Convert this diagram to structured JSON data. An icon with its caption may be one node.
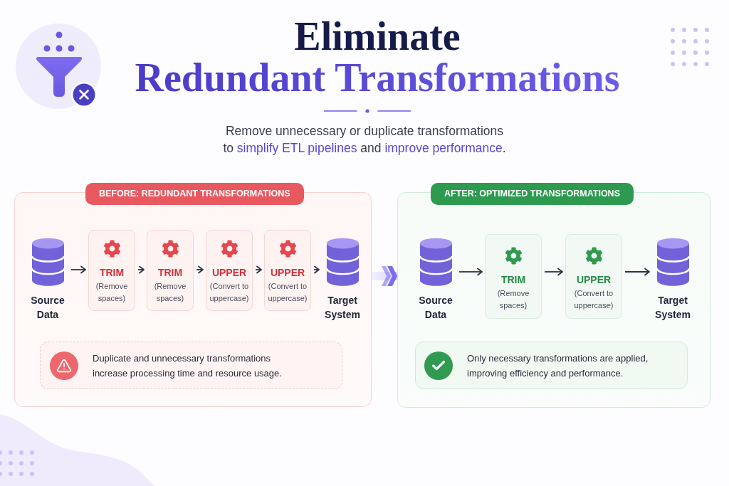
{
  "diagram": {
    "title": "Eliminate Redundant Transformations",
    "nodes": [
      {
        "text": [
          "BEFORE: REDUNDANT TRANSFORMATIONS"
        ]
      },
      {
        "text": [
          "Source Data"
        ],
        "in": 0
      },
      {
        "text": [
          "TRIM",
          "(Remove spaces)"
        ],
        "in": 0
      },
      {
        "text": [
          "TRIM",
          "(Remove spaces)"
        ],
        "in": 0
      },
      {
        "text": [
          "UPPER",
          "(Convert to uppercase)"
        ],
        "in": 0
      },
      {
        "text": [
          "UPPER",
          "(Convert to uppercase)"
        ],
        "in": 0
      },
      {
        "text": [
          "Target System"
        ],
        "in": 0
      },
      {
        "text": [
          "Duplicate and unnecessary transformations increase processing time and resource usage."
        ],
        "in": 0
      },
      {
        "text": [
          "AFTER: OPTIMIZED TRANSFORMATIONS"
        ]
      },
      {
        "text": [
          "Source Data"
        ],
        "in": 8
      },
      {
        "text": [
          "TRIM",
          "(Remove spaces)"
        ],
        "in": 8
      },
      {
        "text": [
          "UPPER",
          "(Convert to uppercase)"
        ],
        "in": 8
      },
      {
        "text": [
          "Target System"
        ],
        "in": 8
      },
      {
        "text": [
          "Only necessary transformations are applied, improving efficiency and performance."
        ],
        "in": 8
      }
    ],
    "edges": [
      {
        "from": 1,
        "to": 2,
        "arrow": "to"
      },
      {
        "from": 2,
        "to": 3,
        "arrow": "to"
      },
      {
        "from": 3,
        "to": 4,
        "arrow": "to"
      },
      {
        "from": 4,
        "to": 5,
        "arrow": "to"
      },
      {
        "from": 5,
        "to": 6,
        "arrow": "to"
      },
      {
        "from": 9,
        "to": 10,
        "arrow": "to"
      },
      {
        "from": 10,
        "to": 11,
        "arrow": "to"
      },
      {
        "from": 11,
        "to": 12,
        "arrow": "to"
      },
      {
        "from": 0,
        "to": 8,
        "arrow": "to",
        "style": "thick",
        "color": "#7b6cf0"
      }
    ],
    "labels": [
      "Remove unnecessary or duplicate transformations to **simplify ETL pipelines** and **improve performance**."
    ]
  }
}
